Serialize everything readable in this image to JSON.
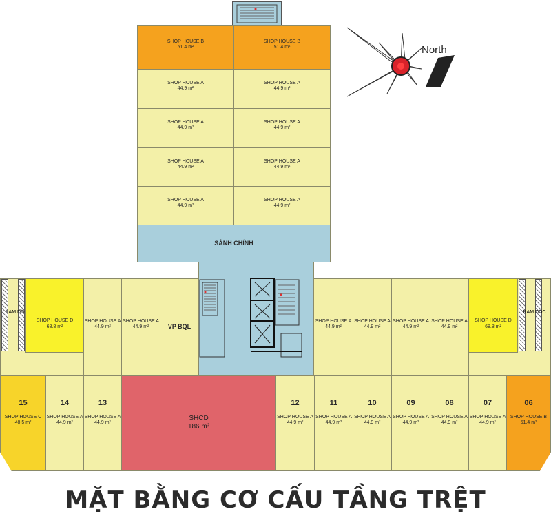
{
  "title": "MẶT BẰNG CƠ CẤU TẦNG TRỆT",
  "compass": {
    "label": "North",
    "icon": "compass-rose-icon"
  },
  "colors": {
    "shophouse_a": "#f3f0a8",
    "shophouse_b": "#f5a21e",
    "shophouse_d": "#f9f22b",
    "shophouse_c": "#f7d42a",
    "lobby": "#a9cfdc",
    "shcd": "#e0646a"
  },
  "tower": {
    "row_b": [
      {
        "name": "SHOP HOUSE B",
        "area": "51.4 m²"
      },
      {
        "name": "SHOP HOUSE B",
        "area": "51.4 m²"
      }
    ],
    "rows_a": [
      [
        {
          "name": "SHOP HOUSE A",
          "area": "44.9 m²"
        },
        {
          "name": "SHOP HOUSE A",
          "area": "44.9 m²"
        }
      ],
      [
        {
          "name": "SHOP HOUSE A",
          "area": "44.9 m²"
        },
        {
          "name": "SHOP HOUSE A",
          "area": "44.9 m²"
        }
      ],
      [
        {
          "name": "SHOP HOUSE A",
          "area": "44.9 m²"
        },
        {
          "name": "SHOP HOUSE A",
          "area": "44.9 m²"
        }
      ],
      [
        {
          "name": "SHOP HOUSE A",
          "area": "44.9 m²"
        },
        {
          "name": "SHOP HOUSE A",
          "area": "44.9 m²"
        }
      ]
    ],
    "lobby": "SẢNH CHÍNH"
  },
  "middle": {
    "ramp_left": "RAM DỐC",
    "ramp_right": "RAM DỐC",
    "left_units": [
      {
        "name": "SHOP HOUSE D",
        "area": "68.8 m²"
      },
      {
        "name": "SHOP HOUSE A",
        "area": "44.9 m²"
      },
      {
        "name": "SHOP HOUSE A",
        "area": "44.9 m²"
      }
    ],
    "vp_bql": "VP BQL",
    "right_units": [
      {
        "name": "SHOP HOUSE A",
        "area": "44.9 m²"
      },
      {
        "name": "SHOP HOUSE A",
        "area": "44.9 m²"
      },
      {
        "name": "SHOP HOUSE A",
        "area": "44.9 m²"
      },
      {
        "name": "SHOP HOUSE A",
        "area": "44.9 m²"
      },
      {
        "name": "SHOP HOUSE D",
        "area": "68.8 m²"
      }
    ]
  },
  "bottom": {
    "left_units": [
      {
        "no": "15",
        "name": "SHOP HOUSE C",
        "area": "48.5 m²"
      },
      {
        "no": "14",
        "name": "SHOP HOUSE A",
        "area": "44.9 m²"
      },
      {
        "no": "13",
        "name": "SHOP HOUSE A",
        "area": "44.9 m²"
      }
    ],
    "shcd": {
      "name": "SHCD",
      "area": "186 m²"
    },
    "right_units": [
      {
        "no": "12",
        "name": "SHOP HOUSE A",
        "area": "44.9 m²"
      },
      {
        "no": "11",
        "name": "SHOP HOUSE A",
        "area": "44.9 m²"
      },
      {
        "no": "10",
        "name": "SHOP HOUSE A",
        "area": "44.9 m²"
      },
      {
        "no": "09",
        "name": "SHOP HOUSE A",
        "area": "44.9 m²"
      },
      {
        "no": "08",
        "name": "SHOP HOUSE A",
        "area": "44.9 m²"
      },
      {
        "no": "07",
        "name": "SHOP HOUSE A",
        "area": "44.9 m²"
      },
      {
        "no": "06",
        "name": "SHOP HOUSE B",
        "area": "51.4 m²"
      }
    ]
  }
}
